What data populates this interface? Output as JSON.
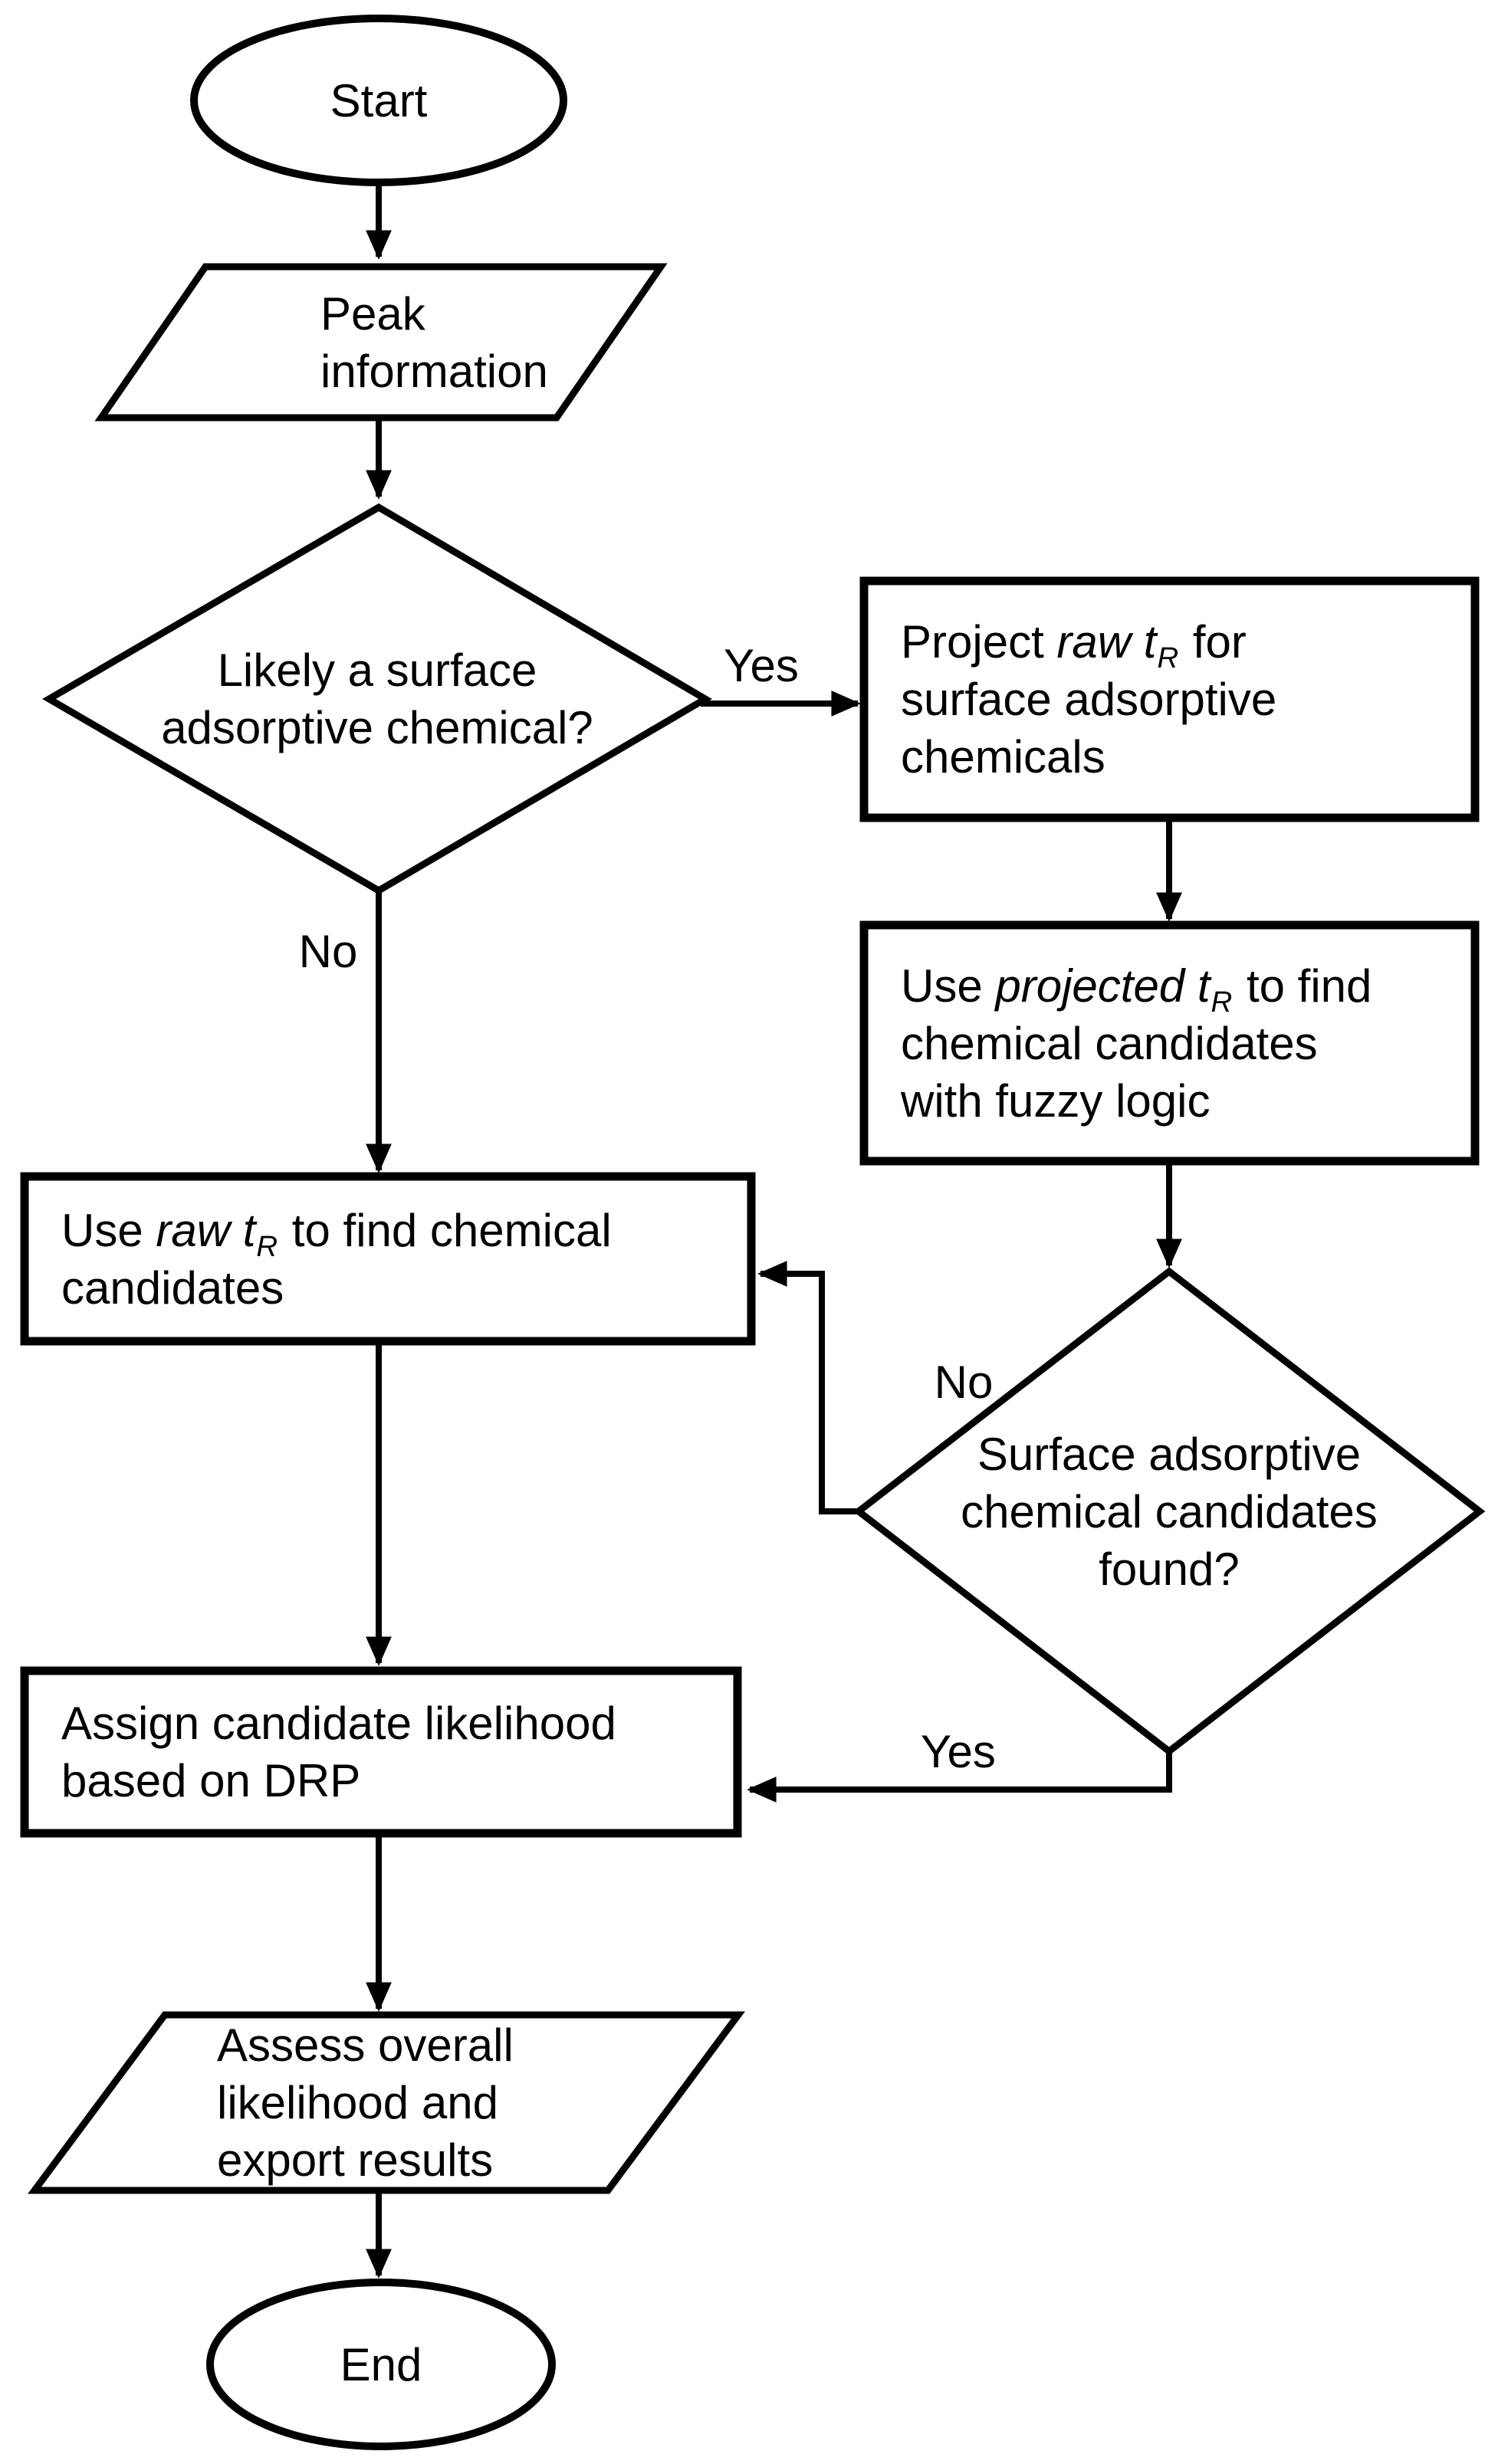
{
  "diagram": {
    "type": "flowchart",
    "background_color": "#ffffff",
    "stroke_color": "#000000",
    "node_fill_color": "#ffffff",
    "text_color": "#000000"
  },
  "nodes": {
    "start": {
      "type": "terminator",
      "label": "Start"
    },
    "peak_information": {
      "type": "input-output",
      "lines": [
        [
          {
            "t": "Peak"
          }
        ],
        [
          {
            "t": "information"
          }
        ]
      ]
    },
    "likely_surface_adsorptive": {
      "type": "decision",
      "lines": [
        [
          {
            "t": "Likely a surface"
          }
        ],
        [
          {
            "t": "adsorptive chemical?"
          }
        ]
      ]
    },
    "project_raw_tr": {
      "type": "process",
      "lines": [
        [
          {
            "t": "Project "
          },
          {
            "t": "raw t",
            "i": true
          },
          {
            "t": "R",
            "i": true,
            "sub": true
          },
          {
            "t": " for"
          }
        ],
        [
          {
            "t": "surface adsorptive"
          }
        ],
        [
          {
            "t": "chemicals"
          }
        ]
      ]
    },
    "use_projected_tr": {
      "type": "process",
      "lines": [
        [
          {
            "t": "Use "
          },
          {
            "t": "projected t",
            "i": true
          },
          {
            "t": "R",
            "i": true,
            "sub": true
          },
          {
            "t": " to find"
          }
        ],
        [
          {
            "t": "chemical candidates"
          }
        ],
        [
          {
            "t": "with fuzzy logic"
          }
        ]
      ]
    },
    "use_raw_tr": {
      "type": "process",
      "lines": [
        [
          {
            "t": "Use "
          },
          {
            "t": "raw t",
            "i": true
          },
          {
            "t": "R",
            "i": true,
            "sub": true
          },
          {
            "t": " to find chemical"
          }
        ],
        [
          {
            "t": "candidates"
          }
        ]
      ]
    },
    "candidates_found": {
      "type": "decision",
      "lines": [
        [
          {
            "t": "Surface adsorptive"
          }
        ],
        [
          {
            "t": "chemical candidates"
          }
        ],
        [
          {
            "t": "found?"
          }
        ]
      ]
    },
    "assign_likelihood": {
      "type": "process",
      "lines": [
        [
          {
            "t": "Assign candidate likelihood"
          }
        ],
        [
          {
            "t": "based on DRP"
          }
        ]
      ]
    },
    "assess_overall": {
      "type": "input-output",
      "lines": [
        [
          {
            "t": "Assess overall"
          }
        ],
        [
          {
            "t": "likelihood and"
          }
        ],
        [
          {
            "t": "export results"
          }
        ]
      ]
    },
    "end": {
      "type": "terminator",
      "label": "End"
    }
  },
  "edge_labels": {
    "yes1": "Yes",
    "no1": "No",
    "no2": "No",
    "yes2": "Yes"
  },
  "edges": [
    {
      "from": "start",
      "to": "peak_information"
    },
    {
      "from": "peak_information",
      "to": "likely_surface_adsorptive"
    },
    {
      "from": "likely_surface_adsorptive",
      "to": "project_raw_tr",
      "label": "Yes"
    },
    {
      "from": "likely_surface_adsorptive",
      "to": "use_raw_tr",
      "label": "No"
    },
    {
      "from": "project_raw_tr",
      "to": "use_projected_tr"
    },
    {
      "from": "use_projected_tr",
      "to": "candidates_found"
    },
    {
      "from": "candidates_found",
      "to": "use_raw_tr",
      "label": "No"
    },
    {
      "from": "candidates_found",
      "to": "assign_likelihood",
      "label": "Yes"
    },
    {
      "from": "use_raw_tr",
      "to": "assign_likelihood"
    },
    {
      "from": "assign_likelihood",
      "to": "assess_overall"
    },
    {
      "from": "assess_overall",
      "to": "end"
    }
  ]
}
